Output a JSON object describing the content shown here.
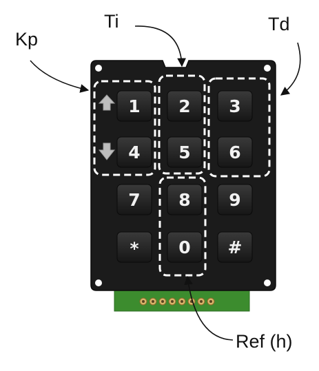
{
  "labels": {
    "kp": "Kp",
    "ti": "Ti",
    "td": "Td",
    "ref": "Ref (h)"
  },
  "keys": [
    "1",
    "2",
    "3",
    "4",
    "5",
    "6",
    "7",
    "8",
    "9",
    "*",
    "0",
    "#"
  ],
  "icons": {
    "up": "up-arrow-icon",
    "down": "down-arrow-icon"
  },
  "colors": {
    "keypad_body": "#1b1b1b",
    "key": "#2a2a2a",
    "key_text": "#f2f2f2",
    "pcb": "#3c8c2e",
    "dashed_outline": "#ffffff",
    "arrow_icon": "#bdbdbd"
  }
}
